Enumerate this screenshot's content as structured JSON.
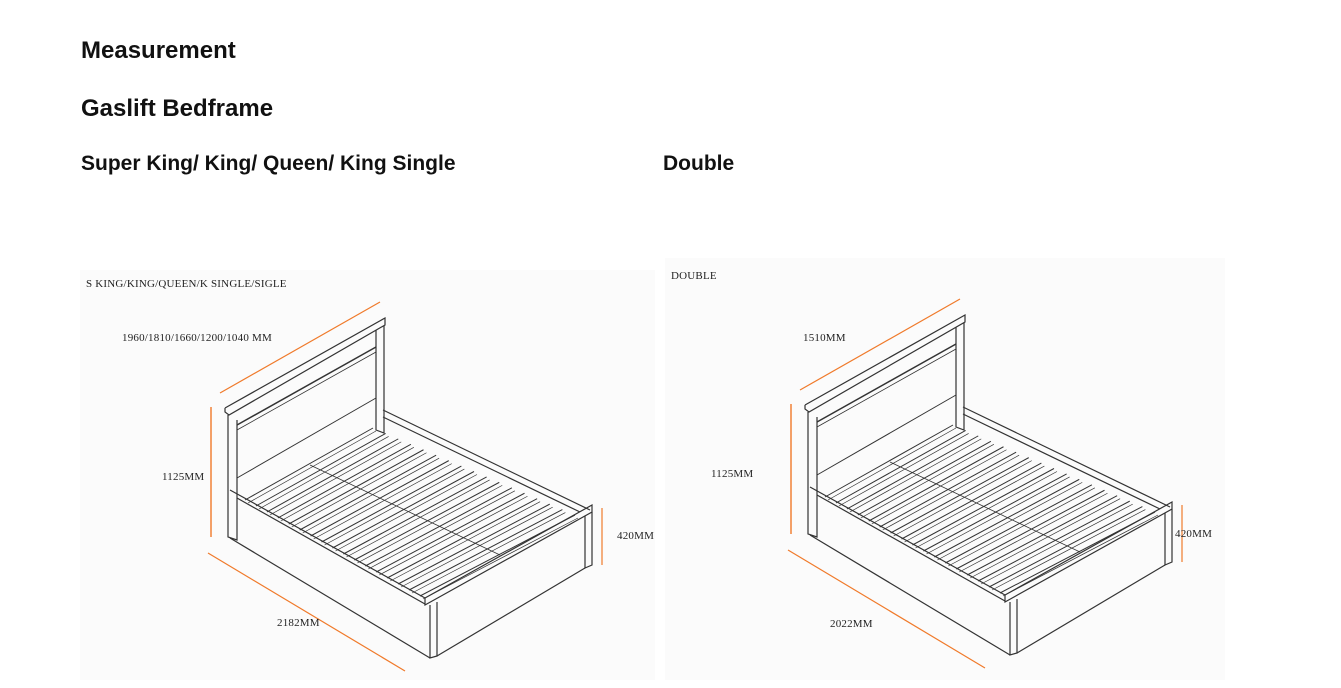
{
  "heading": "Measurement",
  "subheading": "Gaslift Bedframe",
  "sections": [
    {
      "title": "Super King/ King/ Queen/ King Single",
      "figure": {
        "caption": "S KING/KING/QUEEN/K SINGLE/SIGLE",
        "width": "1960/1810/1660/1200/1040  MM",
        "height": "1125MM",
        "length": "2182MM",
        "foot_height": "420MM"
      }
    },
    {
      "title": "Double",
      "figure": {
        "caption": "DOUBLE",
        "width": "1510MM",
        "height": "1125MM",
        "length": "2022MM",
        "foot_height": "420MM"
      }
    }
  ],
  "colors": {
    "dimension_line": "#f07a2a",
    "drawing_line": "#333333"
  }
}
